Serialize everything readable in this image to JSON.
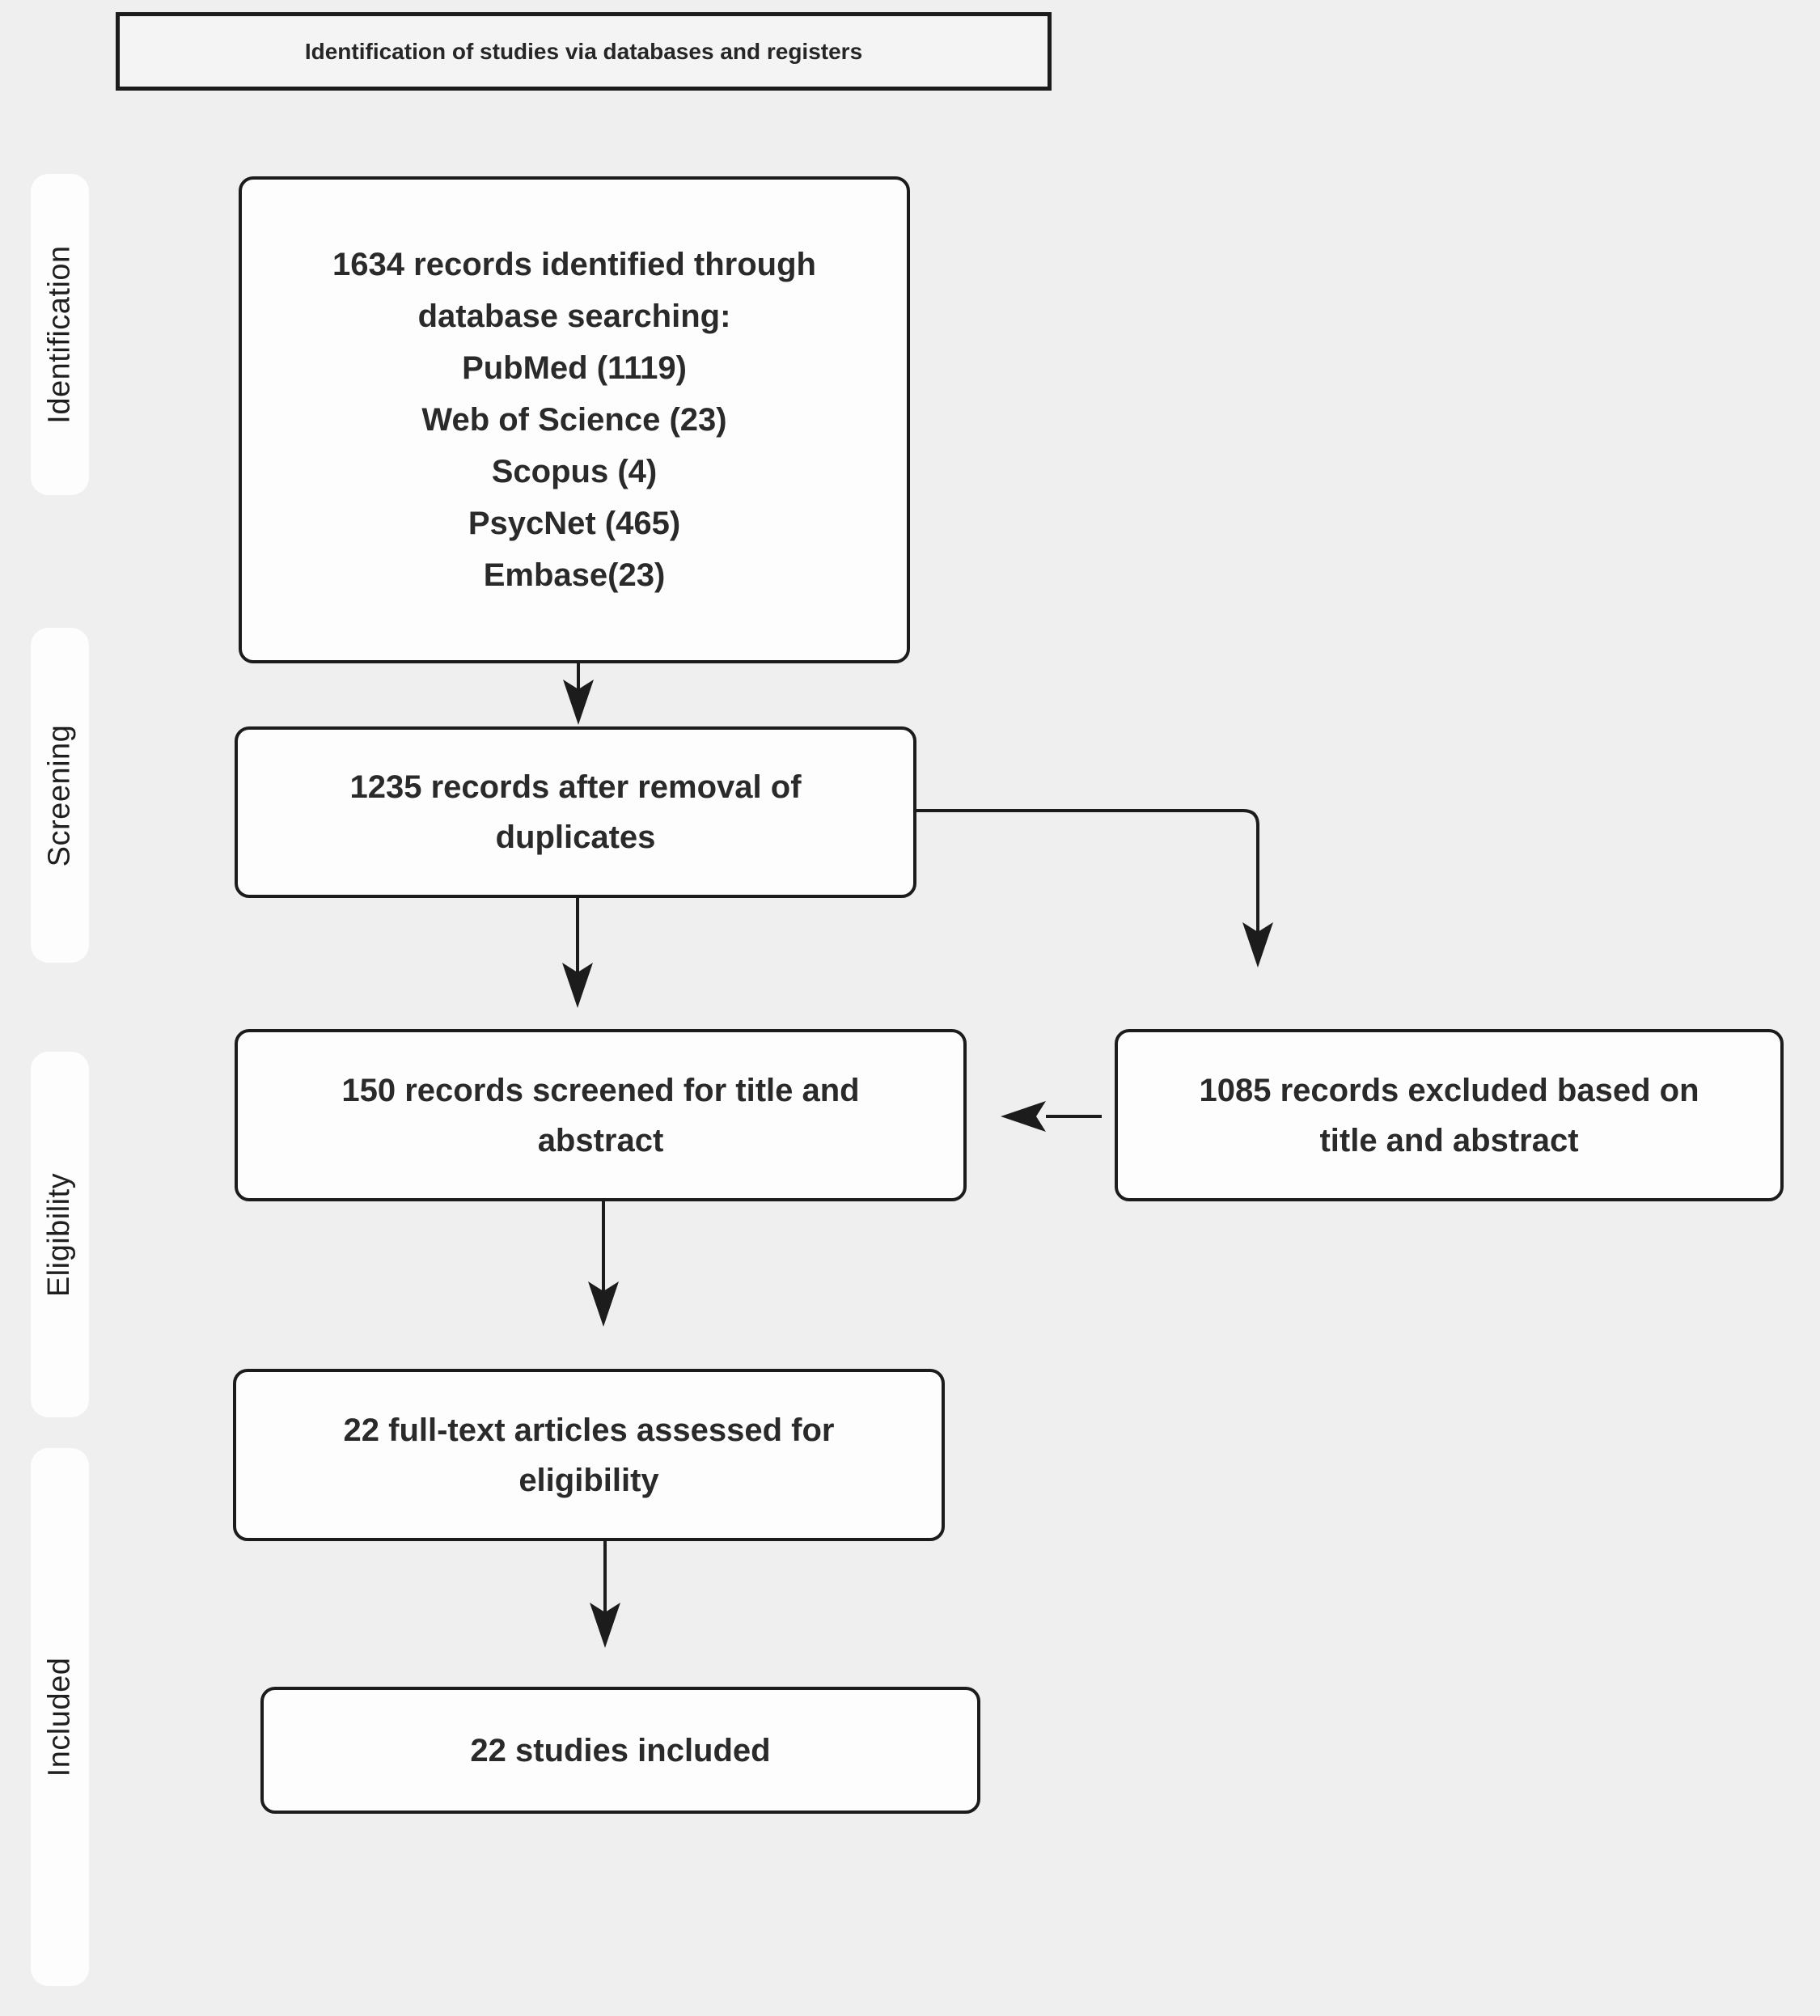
{
  "colors": {
    "background": "#efeff0",
    "box_fill": "#fdfdfd",
    "border": "#1c1c1c",
    "text": "#2a2a2a"
  },
  "header": {
    "title": "Identification of studies via databases and registers"
  },
  "sidebar": {
    "stages": [
      {
        "label": "Identification"
      },
      {
        "label": "Screening"
      },
      {
        "label": "Eligibility"
      },
      {
        "label": "Included"
      }
    ]
  },
  "flow": {
    "identified": {
      "lines": [
        "1634 records identified through",
        "database searching:",
        "PubMed (1119)",
        "Web of Science (23)",
        "Scopus (4)",
        "PsycNet (465)",
        "Embase(23)"
      ]
    },
    "deduplicated": {
      "lines": [
        "1235 records after removal of",
        "duplicates"
      ]
    },
    "screened": {
      "lines": [
        "150 records screened for title and",
        "abstract"
      ]
    },
    "excluded": {
      "lines": [
        "1085 records excluded based on",
        "title and abstract"
      ]
    },
    "fulltext": {
      "lines": [
        "22 full-text articles assessed for",
        "eligibility"
      ]
    },
    "included": {
      "lines": [
        "22 studies included"
      ]
    }
  }
}
